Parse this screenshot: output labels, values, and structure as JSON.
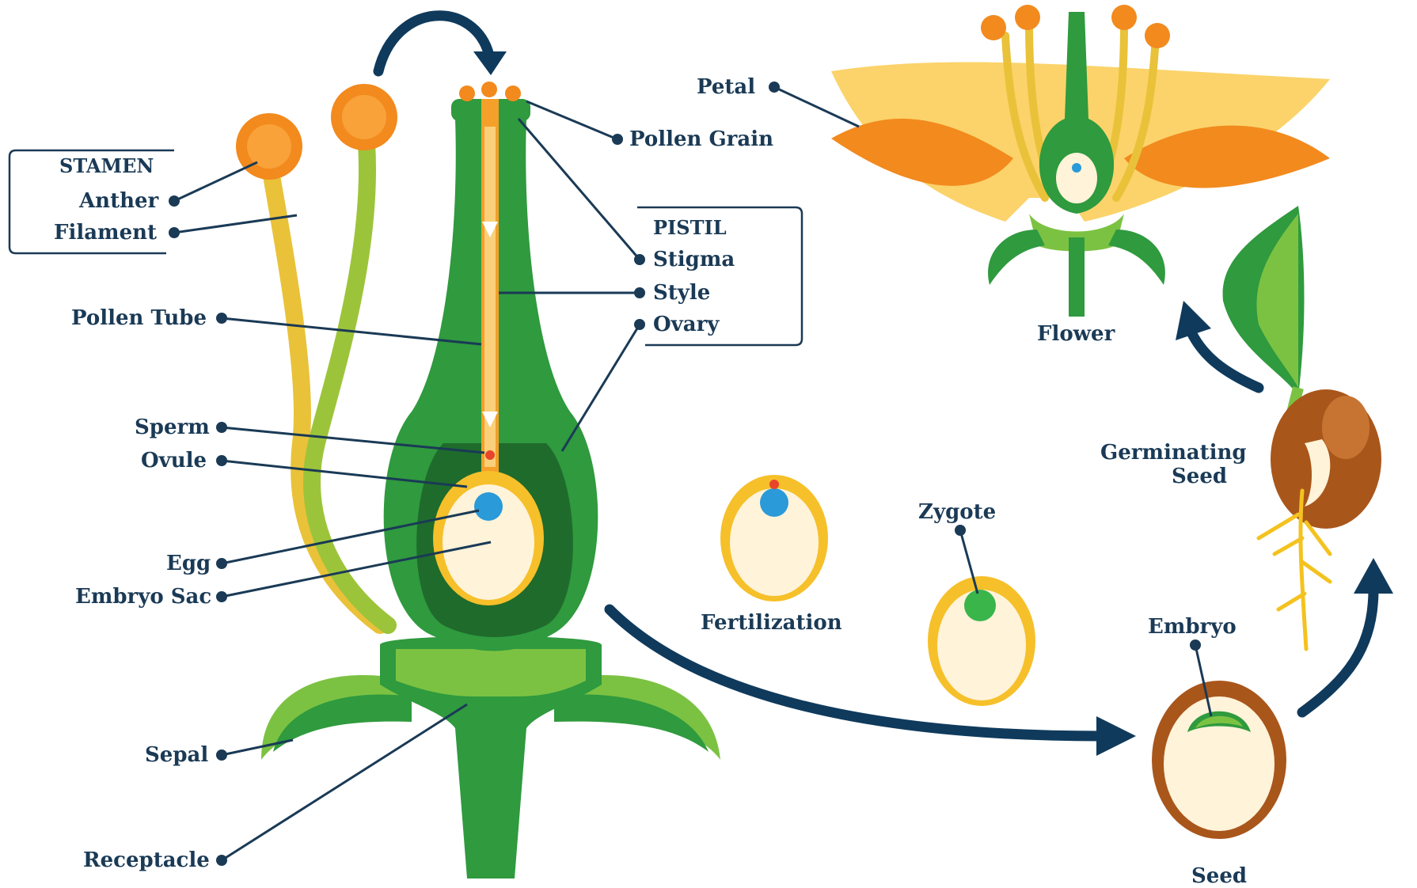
{
  "stamen": {
    "heading": "STAMEN",
    "anther": "Anther",
    "filament": "Filament"
  },
  "pistil": {
    "heading": "PISTIL",
    "stigma": "Stigma",
    "style": "Style",
    "ovary": "Ovary"
  },
  "labels": {
    "pollen_grain": "Pollen Grain",
    "pollen_tube": "Pollen Tube",
    "sperm": "Sperm",
    "ovule": "Ovule",
    "egg": "Egg",
    "embryo_sac": "Embryo Sac",
    "sepal": "Sepal",
    "receptacle": "Receptacle",
    "petal": "Petal",
    "flower": "Flower",
    "germinating_seed_line1": "Germinating",
    "germinating_seed_line2": "Seed",
    "fertilization": "Fertilization",
    "zygote": "Zygote",
    "embryo": "Embryo",
    "seed": "Seed"
  },
  "colors": {
    "leader": "#1a3a56",
    "arrow": "#0f3a5c",
    "green_dark": "#1f7a32",
    "green_mid": "#2f9a3e",
    "green_light": "#7cc242",
    "yellow": "#f4c21f",
    "orange": "#f28a1e",
    "cream": "#fff3d9",
    "blue": "#2a9ad8",
    "brown": "#a9561b"
  }
}
